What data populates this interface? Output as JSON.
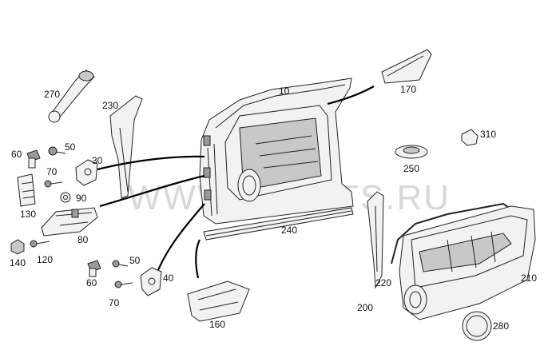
{
  "watermark": "WWW.ELCATS.RU",
  "callouts": {
    "p10": "10",
    "p30": "30",
    "p40": "40",
    "p50a": "50",
    "p50b": "50",
    "p60a": "60",
    "p60b": "60",
    "p70a": "70",
    "p70b": "70",
    "p80": "80",
    "p90": "90",
    "p120": "120",
    "p130": "130",
    "p140": "140",
    "p160": "160",
    "p170": "170",
    "p200": "200",
    "p210": "210",
    "p220": "220",
    "p230": "230",
    "p240": "240",
    "p250": "250",
    "p270": "270",
    "p280": "280",
    "p310": "310"
  }
}
